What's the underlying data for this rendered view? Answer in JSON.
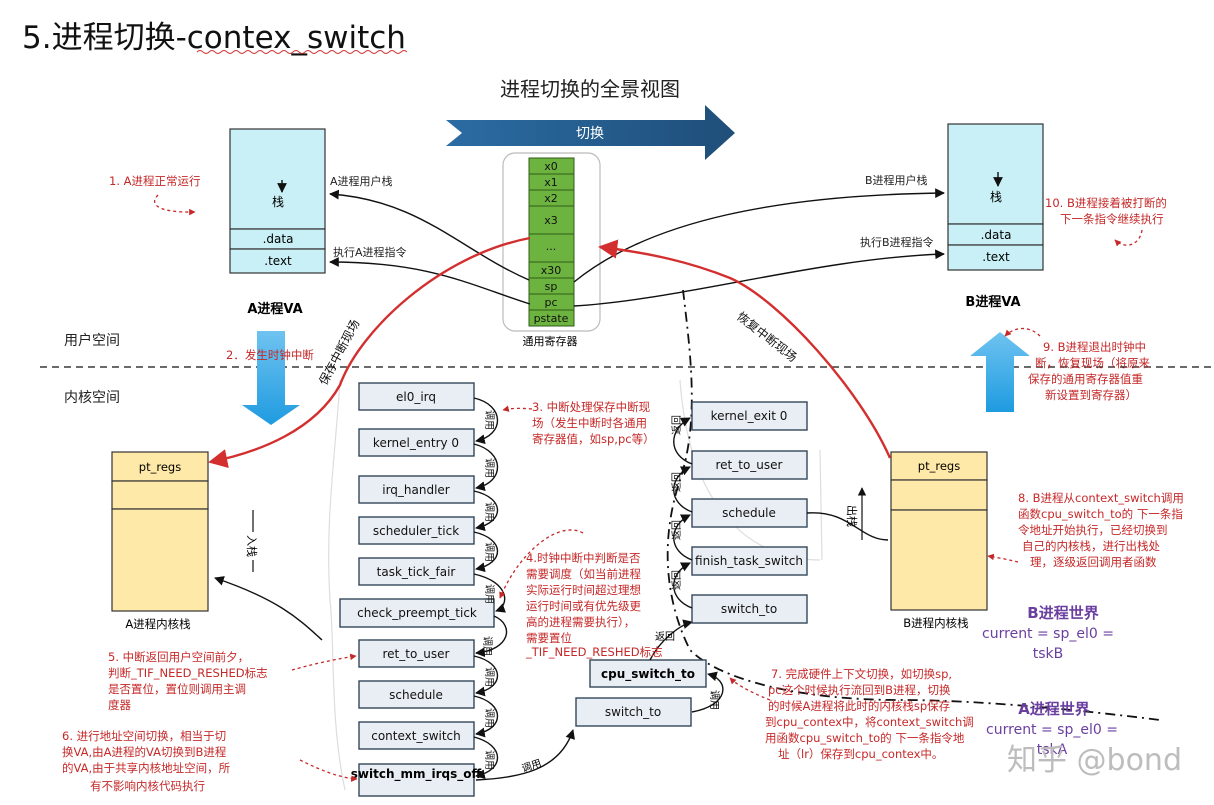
{
  "page_title": "5.进程切换-contex_switch",
  "diagram_title": "进程切换的全景视图",
  "switch_arrow_label": "切换",
  "regions": {
    "user_space": "用户空间",
    "kernel_space": "内核空间"
  },
  "process_a": {
    "va_cells": [
      "栈",
      ".data",
      ".text"
    ],
    "va_caption": "A进程VA",
    "user_stack_label": "A进程用户栈",
    "exec_label": "执行A进程指令",
    "kstack_top": "pt_regs",
    "kstack_caption": "A进程内核栈",
    "push_label": "入栈"
  },
  "process_b": {
    "va_cells": [
      "栈",
      ".data",
      ".text"
    ],
    "va_caption": "B进程VA",
    "user_stack_label": "B进程用户栈",
    "exec_label": "执行B进程指令",
    "kstack_top": "pt_regs",
    "kstack_caption": "B进程内核栈",
    "pop_label": "出栈"
  },
  "registers": {
    "cells": [
      "x0",
      "x1",
      "x2",
      "x3",
      "...",
      "x30",
      "sp",
      "pc",
      "pstate"
    ],
    "caption": "通用寄存器"
  },
  "save_label": "保存中断现场",
  "restore_label": "恢复中断现场",
  "left_chain": [
    "el0_irq",
    "kernel_entry 0",
    "irq_handler",
    "scheduler_tick",
    "task_tick_fair",
    "check_preempt_tick",
    "ret_to_user",
    "schedule",
    "context_switch",
    "switch_mm_irqs_off"
  ],
  "right_chain": [
    "kernel_exit 0",
    "ret_to_user",
    "schedule",
    "finish_task_switch",
    "switch_to"
  ],
  "mid_chain": [
    "cpu_switch_to",
    "switch_to"
  ],
  "call_label": "调用",
  "return_label": "返回",
  "annotations": {
    "a1": "1. A进程正常运行",
    "a2": "2．发生时钟中断",
    "a3": [
      "3. 中断处理保存中断现",
      "场（发生中断时各通用",
      "寄存器值，如sp,pc等）"
    ],
    "a4": [
      "4.时钟中断中判断是否",
      "需要调度（如当前进程",
      "实际运行时间超过理想",
      "运行时间或有优先级更",
      "高的进程需要执行），",
      "需要置位",
      "_TIF_NEED_RESHED标志"
    ],
    "a5": [
      "5. 中断返回用户空间前夕，",
      "判断_TIF_NEED_RESHED标志",
      "是否置位，置位则调用主调",
      "度器"
    ],
    "a6": [
      "6. 进行地址空间切换，相当于切",
      "换VA,由A进程的VA切换到B进程",
      "的VA,由于共享内核地址空间，所",
      "有不影响内核代码执行"
    ],
    "a7": [
      "7. 完成硬件上下文切换，如切换sp,",
      "pc这个时候执行流回到B进程，切换",
      "的时候A进程将此时的内核栈sp保存",
      "到cpu_contex中，将context_switch调",
      "用函数cpu_switch_to的 下一条指令地",
      "址（lr）保存到cpu_contex中。"
    ],
    "a8": [
      "8. B进程从context_switch调用",
      "函数cpu_switch_to的 下一条指",
      "令地址开始执行，已经切换到",
      "自己的内核栈，进行出栈处",
      "理，逐级返回调用者函数"
    ],
    "a9": [
      "9. B进程退出时钟中",
      "断，恢复现场（将原来",
      "保存的通用寄存器值重",
      "新设置到寄存器）"
    ],
    "a10": [
      "10. B进程接着被打断的",
      "下一条指令继续执行"
    ]
  },
  "world_b": {
    "title": "B进程世界",
    "line1": "current = sp_el0 =",
    "line2": "tskB"
  },
  "world_a": {
    "title": "A进程世界",
    "line1": "current = sp_el0 =",
    "line2": "tskA"
  },
  "watermark": "知乎 @bond"
}
